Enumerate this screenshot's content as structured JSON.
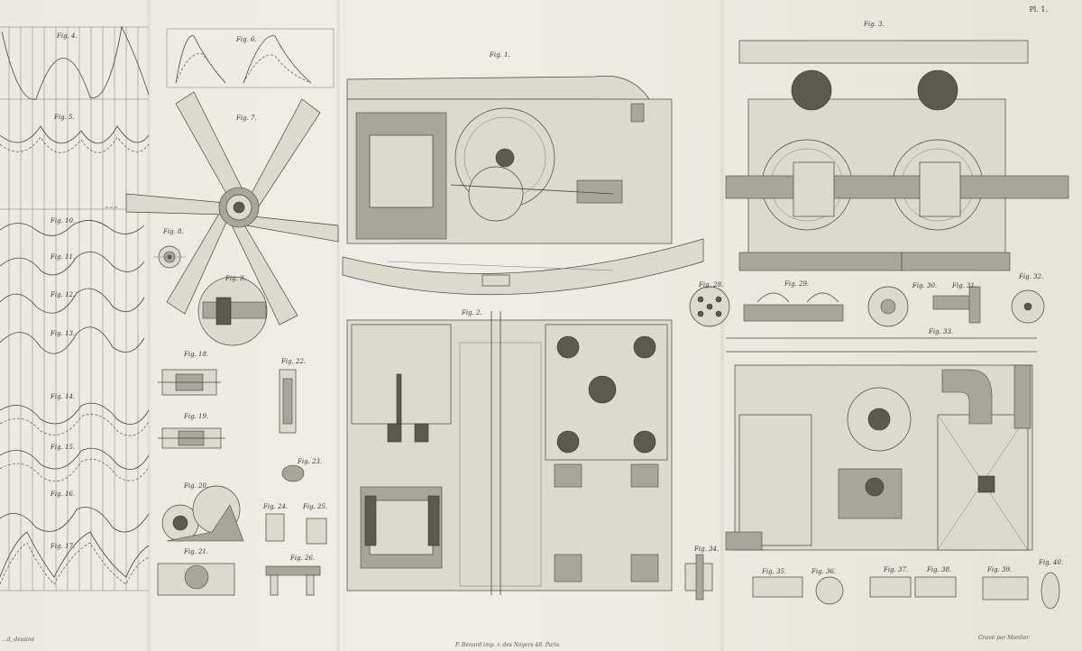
{
  "plate": {
    "number": "Pl. 1."
  },
  "figures": [
    {
      "id": "fig-1",
      "label": "Fig. 1."
    },
    {
      "id": "fig-2",
      "label": "Fig. 2."
    },
    {
      "id": "fig-3",
      "label": "Fig. 3."
    },
    {
      "id": "fig-4",
      "label": "Fig. 4."
    },
    {
      "id": "fig-5",
      "label": "Fig. 5."
    },
    {
      "id": "fig-6",
      "label": "Fig. 6."
    },
    {
      "id": "fig-7",
      "label": "Fig. 7."
    },
    {
      "id": "fig-8",
      "label": "Fig. 8."
    },
    {
      "id": "fig-9",
      "label": "Fig. 9."
    },
    {
      "id": "fig-10",
      "label": "Fig. 10."
    },
    {
      "id": "fig-11",
      "label": "Fig. 11."
    },
    {
      "id": "fig-12",
      "label": "Fig. 12."
    },
    {
      "id": "fig-13",
      "label": "Fig. 13."
    },
    {
      "id": "fig-14",
      "label": "Fig. 14."
    },
    {
      "id": "fig-15",
      "label": "Fig. 15."
    },
    {
      "id": "fig-16",
      "label": "Fig. 16."
    },
    {
      "id": "fig-17",
      "label": "Fig. 17."
    },
    {
      "id": "fig-18",
      "label": "Fig. 18."
    },
    {
      "id": "fig-19",
      "label": "Fig. 19."
    },
    {
      "id": "fig-20",
      "label": "Fig. 20."
    },
    {
      "id": "fig-21",
      "label": "Fig. 21."
    },
    {
      "id": "fig-22",
      "label": "Fig. 22."
    },
    {
      "id": "fig-23",
      "label": "Fig. 23."
    },
    {
      "id": "fig-24",
      "label": "Fig. 24."
    },
    {
      "id": "fig-25",
      "label": "Fig. 25."
    },
    {
      "id": "fig-26",
      "label": "Fig. 26."
    },
    {
      "id": "fig-28",
      "label": "Fig. 28."
    },
    {
      "id": "fig-29",
      "label": "Fig. 29."
    },
    {
      "id": "fig-30",
      "label": "Fig. 30."
    },
    {
      "id": "fig-31",
      "label": "Fig. 31."
    },
    {
      "id": "fig-32",
      "label": "Fig. 32."
    },
    {
      "id": "fig-33",
      "label": "Fig. 33."
    },
    {
      "id": "fig-34",
      "label": "Fig. 34."
    },
    {
      "id": "fig-35",
      "label": "Fig. 35."
    },
    {
      "id": "fig-36",
      "label": "Fig. 36."
    },
    {
      "id": "fig-37",
      "label": "Fig. 37."
    },
    {
      "id": "fig-38",
      "label": "Fig. 38."
    },
    {
      "id": "fig-39",
      "label": "Fig. 39."
    },
    {
      "id": "fig-40",
      "label": "Fig. 40."
    }
  ],
  "credits": {
    "left": "...d, dessiné",
    "center": "F. Bénard imp. r. des Noyers 48. Paris",
    "right": "Gravé par Monlier"
  }
}
